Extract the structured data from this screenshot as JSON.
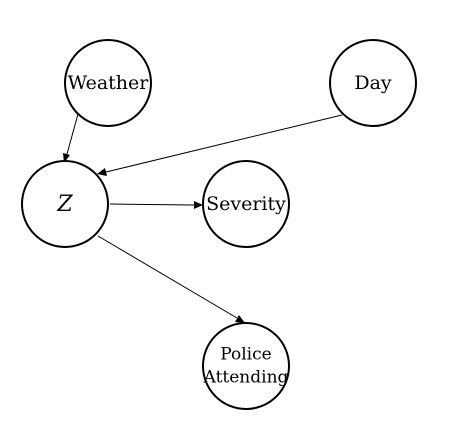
{
  "diagram": {
    "nodes": {
      "weather": {
        "label": "Weather"
      },
      "day": {
        "label": "Day"
      },
      "z": {
        "label": "Z"
      },
      "severity": {
        "label": "Severity"
      },
      "police": {
        "label_line1": "Police",
        "label_line2": "Attending"
      }
    },
    "edges": [
      {
        "from": "weather",
        "to": "z"
      },
      {
        "from": "day",
        "to": "z"
      },
      {
        "from": "z",
        "to": "severity"
      },
      {
        "from": "z",
        "to": "police"
      }
    ],
    "colors": {
      "stroke": "#000000",
      "fill": "#ffffff"
    }
  }
}
